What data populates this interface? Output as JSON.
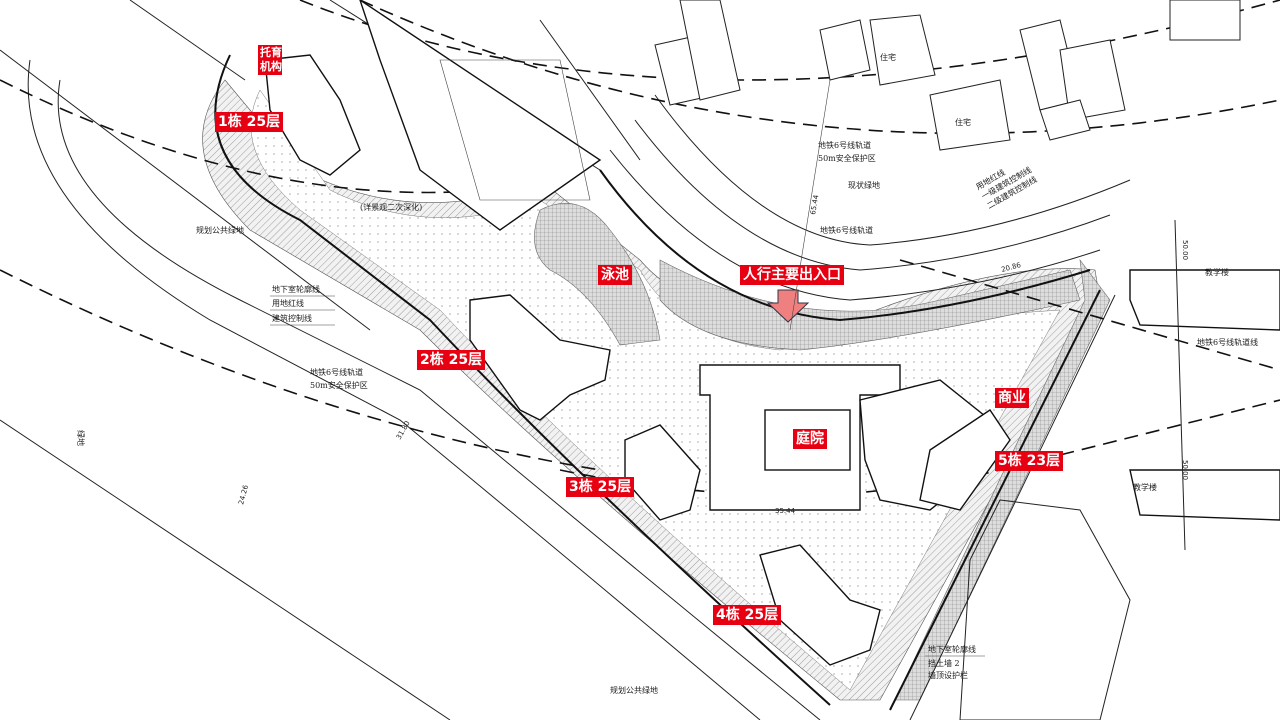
{
  "labels": {
    "nursery": [
      "托育",
      "机构"
    ],
    "building1": "1栋 25层",
    "pool": "泳池",
    "main_entrance": "人行主要出入口",
    "building2": "2栋 25层",
    "courtyard": "庭院",
    "commercial": "商业",
    "building5": "5栋 23层",
    "building3": "3栋 25层",
    "building4": "4栋 25层"
  },
  "notes": {
    "planned_green_1": "规划公共绿地",
    "planned_green_2": "规划公共绿地",
    "legend_basement": "地下室轮廓线",
    "legend_redline": "用地红线",
    "legend_control": "建筑控制线",
    "metro_zone_1": [
      "地铁6号线轨道",
      "50m安全保护区"
    ],
    "metro_zone_2": [
      "地铁6号线轨道",
      "50m安全保护区"
    ],
    "metro_track": "地铁6号线轨道",
    "existing_green": "现状绿地",
    "control_legend": [
      "用地红线",
      "一级建筑控制线",
      "二级建筑控制线"
    ],
    "metro_track_line": "地铁6号线轨道线",
    "school_1": "教学楼",
    "school_2": "教学楼",
    "residence_1": "住宅",
    "residence_2": "住宅",
    "green": "绿地",
    "bottom_legend": [
      "地下室轮廓线",
      "挡土墙 2",
      "墙顶设护栏"
    ],
    "second_landscape": "(详景观二次深化)"
  },
  "dimensions": [
    "65.44",
    "20.86",
    "35.44",
    "50.00",
    "24.26",
    "31.80",
    "50.00"
  ]
}
